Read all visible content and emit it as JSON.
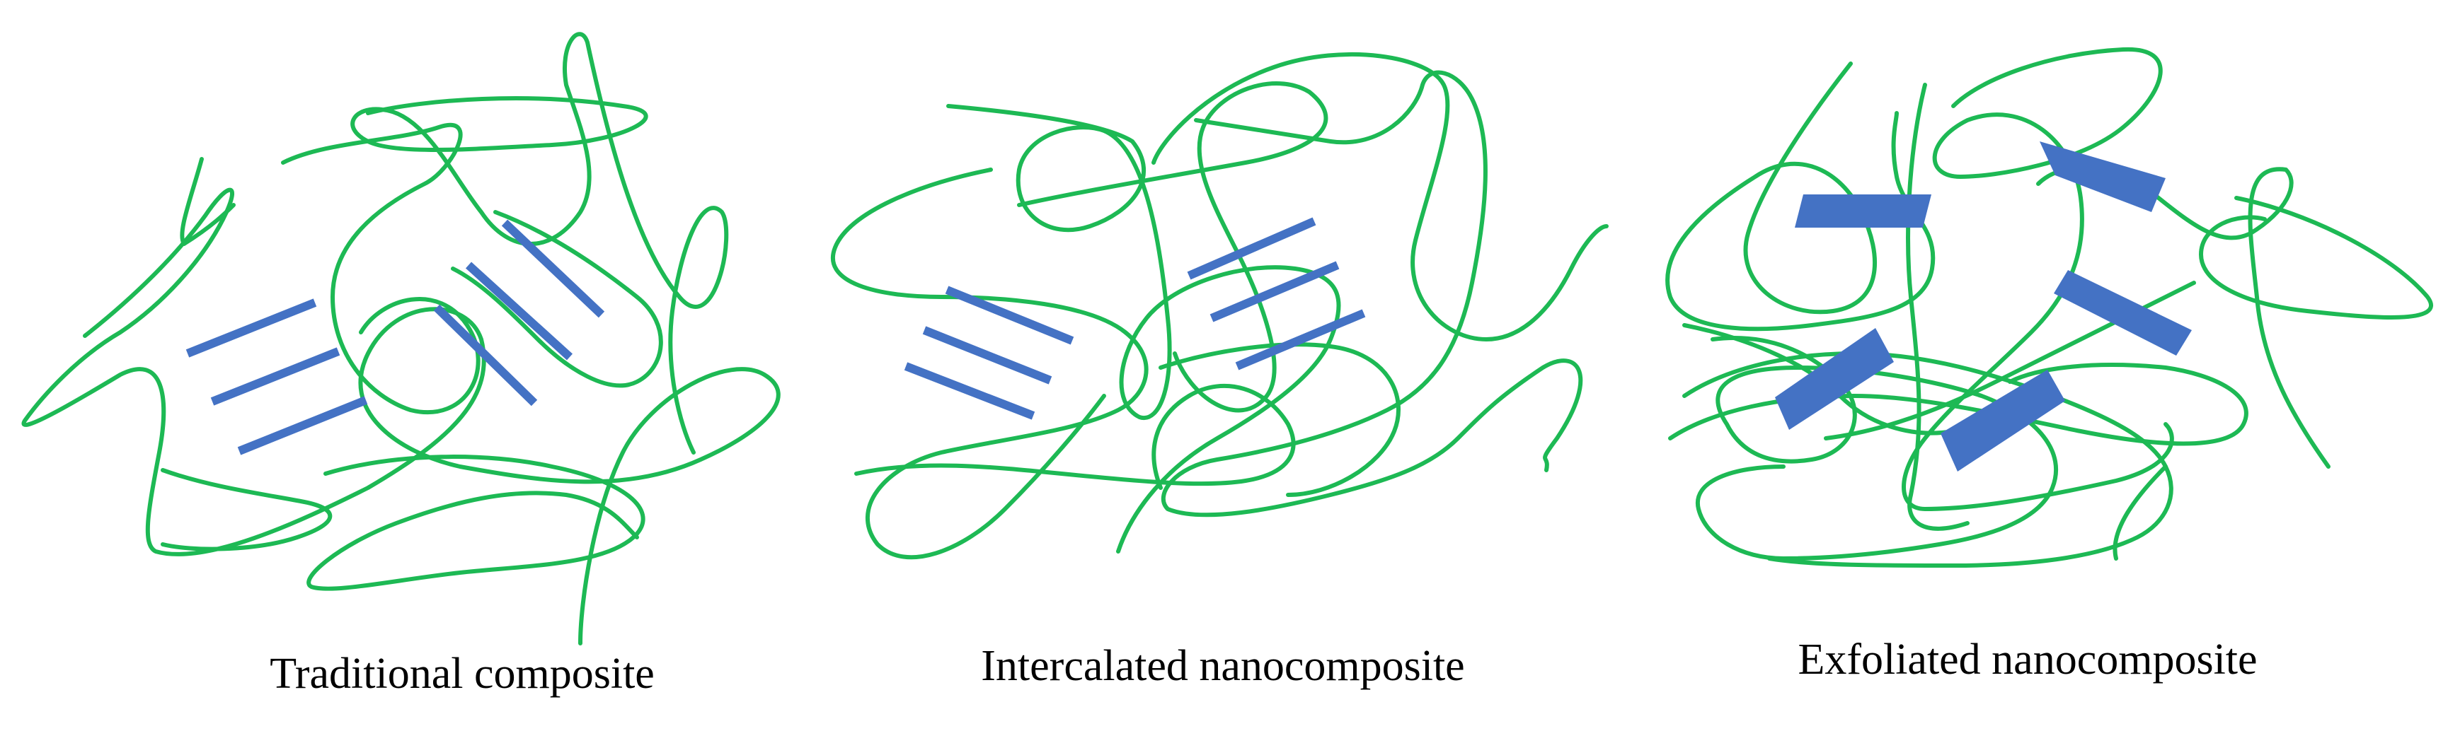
{
  "panels": [
    {
      "id": "traditional",
      "caption": "Traditional composite"
    },
    {
      "id": "intercalated",
      "caption": "Intercalated nanocomposite"
    },
    {
      "id": "exfoliated",
      "caption": "Exfoliated nanocomposite"
    }
  ],
  "colors": {
    "polymer_chain": "#1db954",
    "clay_layer": "#4472c4",
    "background": "#ffffff",
    "text": "#000000"
  }
}
